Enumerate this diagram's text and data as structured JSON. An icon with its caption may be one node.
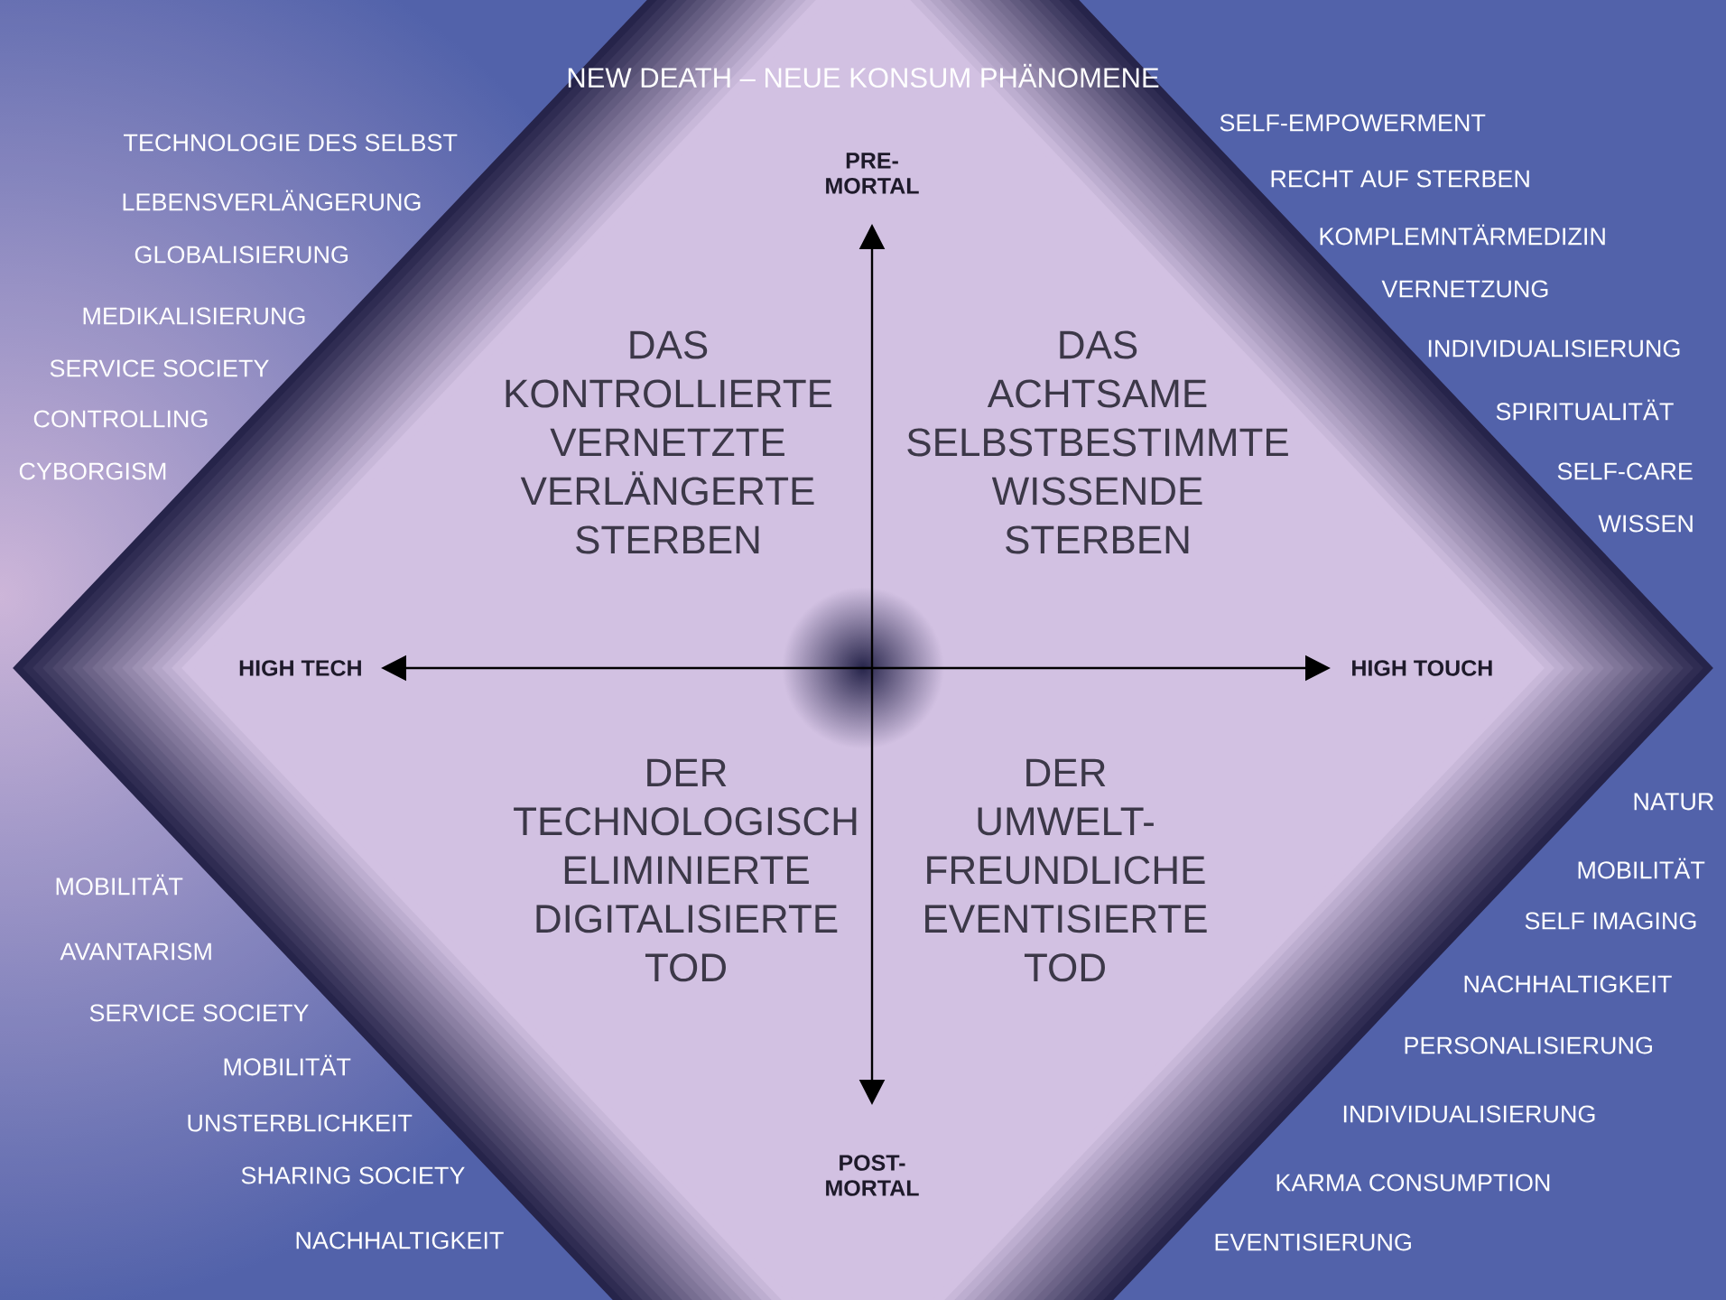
{
  "diagram": {
    "title": "NEW DEATH – NEUE KONSUM PHÄNOMENE",
    "nodes": [
      {
        "text": [
          "PRE-MORTAL",
          "DAS KONTROLLIERTE VERNETZTE VERLÄNGERTE STERBEN",
          "DAS ACHTSAME SELBSTBESTIMMTE WISSENDE STERBEN",
          "HIGH TECH",
          "HIGH TOUCH",
          "DER TECHNOLOGISCH ELIMINIERTE DIGITALISIERTE TOD",
          "DER UMWELT-FREUNDLICHE EVENTISIERTE TOD",
          "POST-MORTAL"
        ]
      }
    ],
    "labels": [
      "TECHNOLOGIE DES SELBST",
      "LEBENSVERLÄNGERUNG",
      "GLOBALISIERUNG",
      "MEDIKALISIERUNG",
      "SERVICE SOCIETY",
      "CONTROLLING",
      "CYBORGISM",
      "SELF-EMPOWERMENT",
      "RECHT AUF STERBEN",
      "KOMPLEMNTÄRMEDIZIN",
      "VERNETZUNG",
      "INDIVIDUALISIERUNG",
      "SPIRITUALITÄT",
      "SELF-CARE",
      "WISSEN",
      "MOBILITÄT",
      "AVANTARISM",
      "SERVICE SOCIETY",
      "MOBILITÄT",
      "UNSTERBLICHKEIT",
      "SHARING SOCIETY",
      "NACHHALTIGKEIT",
      "NATUR",
      "MOBILITÄT",
      "SELF IMAGING",
      "NACHHALTIGKEIT",
      "PERSONALISIERUNG",
      "INDIVIDUALISIERUNG",
      "KARMA CONSUMPTION",
      "EVENTISIERUNG"
    ]
  }
}
